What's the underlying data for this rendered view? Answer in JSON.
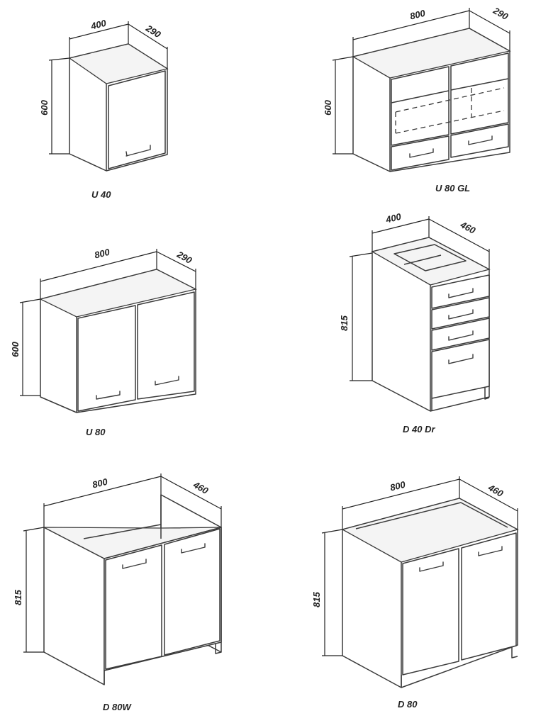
{
  "cabinets": {
    "u40": {
      "name": "U 40",
      "width": "400",
      "depth": "290",
      "height": "600"
    },
    "u80gl": {
      "name": "U 80 GL",
      "width": "800",
      "depth": "290",
      "height": "600"
    },
    "u80": {
      "name": "U 80",
      "width": "800",
      "depth": "290",
      "height": "600"
    },
    "d40dr": {
      "name": "D 40 Dr",
      "width": "400",
      "depth": "460",
      "height": "815"
    },
    "d80w": {
      "name": "D 80W",
      "width": "800",
      "depth": "460",
      "height": "815"
    },
    "d80": {
      "name": "D 80",
      "width": "800",
      "depth": "460",
      "height": "815"
    }
  }
}
